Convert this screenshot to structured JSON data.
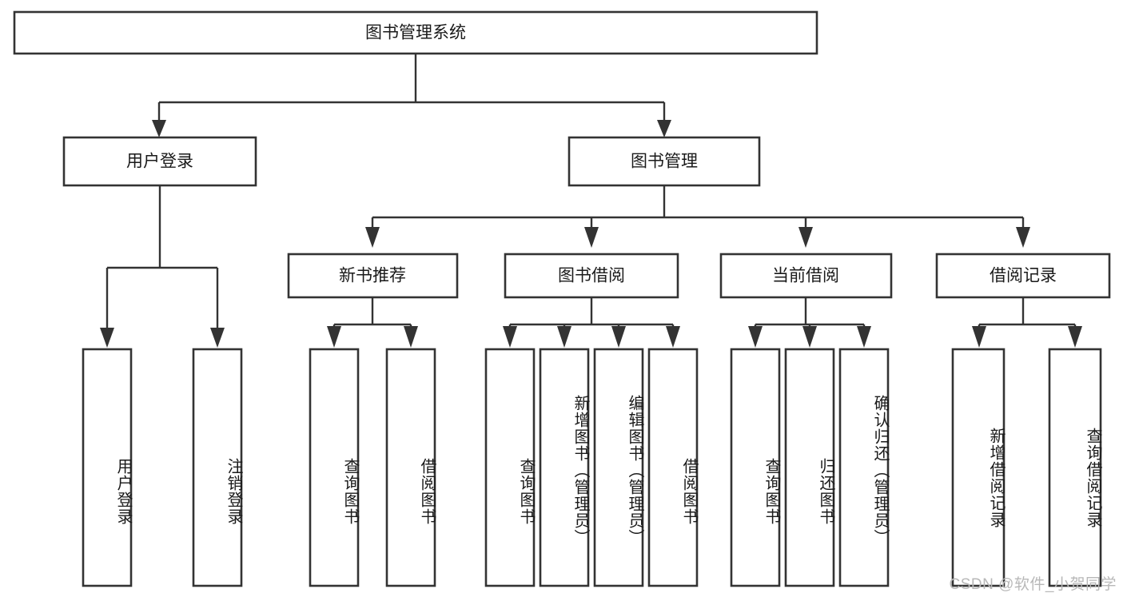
{
  "diagram": {
    "type": "tree",
    "orientation": "top-down",
    "root": {
      "id": "root",
      "label": "图书管理系统",
      "text_orientation": "horizontal"
    },
    "level2": [
      {
        "id": "user-login",
        "label": "用户登录",
        "text_orientation": "horizontal"
      },
      {
        "id": "book-manage",
        "label": "图书管理",
        "text_orientation": "horizontal"
      }
    ],
    "level3": [
      {
        "id": "new-book-rec",
        "label": "新书推荐",
        "text_orientation": "horizontal",
        "parent": "book-manage"
      },
      {
        "id": "book-borrow",
        "label": "图书借阅",
        "text_orientation": "horizontal",
        "parent": "book-manage"
      },
      {
        "id": "current-borrow",
        "label": "当前借阅",
        "text_orientation": "horizontal",
        "parent": "book-manage"
      },
      {
        "id": "borrow-record",
        "label": "借阅记录",
        "text_orientation": "horizontal",
        "parent": "book-manage"
      }
    ],
    "leaves": [
      {
        "id": "leaf-user-login",
        "label": "用户登录",
        "text_orientation": "vertical",
        "parent": "user-login"
      },
      {
        "id": "leaf-user-logout",
        "label": "注销登录",
        "text_orientation": "vertical",
        "parent": "user-login"
      },
      {
        "id": "leaf-query-book-1",
        "label": "查询图书",
        "text_orientation": "vertical",
        "parent": "new-book-rec"
      },
      {
        "id": "leaf-borrow-book-1",
        "label": "借阅图书",
        "text_orientation": "vertical",
        "parent": "new-book-rec"
      },
      {
        "id": "leaf-query-book-2",
        "label": "查询图书",
        "text_orientation": "vertical",
        "parent": "book-borrow"
      },
      {
        "id": "leaf-add-book",
        "label": "新增图书（管理员）",
        "text_orientation": "vertical",
        "parent": "book-borrow"
      },
      {
        "id": "leaf-edit-book",
        "label": "编辑图书（管理员）",
        "text_orientation": "vertical",
        "parent": "book-borrow"
      },
      {
        "id": "leaf-borrow-book-2",
        "label": "借阅图书",
        "text_orientation": "vertical",
        "parent": "book-borrow"
      },
      {
        "id": "leaf-query-book-3",
        "label": "查询图书",
        "text_orientation": "vertical",
        "parent": "current-borrow"
      },
      {
        "id": "leaf-return-book",
        "label": "归还图书",
        "text_orientation": "vertical",
        "parent": "current-borrow"
      },
      {
        "id": "leaf-confirm-return",
        "label": "确认归还（管理员）",
        "text_orientation": "vertical",
        "parent": "current-borrow"
      },
      {
        "id": "leaf-add-record",
        "label": "新增借阅记录",
        "text_orientation": "vertical",
        "parent": "borrow-record"
      },
      {
        "id": "leaf-query-record",
        "label": "查询借阅记录",
        "text_orientation": "vertical",
        "parent": "borrow-record"
      }
    ]
  },
  "watermark": {
    "text": "CSDN @软件_小贺同学"
  },
  "colors": {
    "box_stroke": "#333333",
    "box_fill": "#ffffff",
    "connector": "#333333",
    "text": "#1a1a1a",
    "watermark": "#b8b8b8",
    "background": "#ffffff"
  }
}
